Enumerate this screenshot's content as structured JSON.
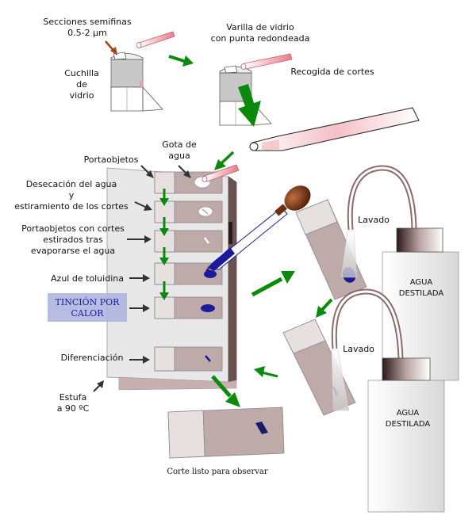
{
  "labels": {
    "sections": [
      "Secciones semifinas",
      "0.5-2 µm"
    ],
    "rod": [
      "Varilla de vidrio",
      "con punta redondeada"
    ],
    "knife": [
      "Cuchilla",
      "de",
      "vidrio"
    ],
    "collection": "Recogida de cortes",
    "drop": [
      "Gota de",
      "agua"
    ],
    "slides": "Portaobjetos",
    "drying": [
      "Desecación del agua",
      "y",
      "estiramiento de los cortes"
    ],
    "stretched": [
      "Portaobjetos con cortes",
      "estirados tras",
      "evaporarse el agua"
    ],
    "toluidine": "Azul de toluidina",
    "staining": [
      "TINCIÓN POR",
      "CALOR"
    ],
    "differentiation": "Diferenciación",
    "oven": [
      "Estufa",
      "a 90 ºC"
    ],
    "wash_top": "Lavado",
    "wash_bottom": "Lavado",
    "bottle_top": [
      "AGUA",
      "DESTILADA"
    ],
    "bottle_bottom": [
      "AGUA",
      "DESTILADA"
    ],
    "final": "Corte listo para observar"
  },
  "colors": {
    "arrow_green": "#0a8a0a",
    "stain_blue": "#1a1a9a",
    "slide_pink": "#bfaaaa",
    "oven_gray": "#e6e6e6",
    "staining_box": "#aab0dd",
    "rod_pink": "#f0a0a8",
    "dropper_brown": "#6b3010"
  }
}
